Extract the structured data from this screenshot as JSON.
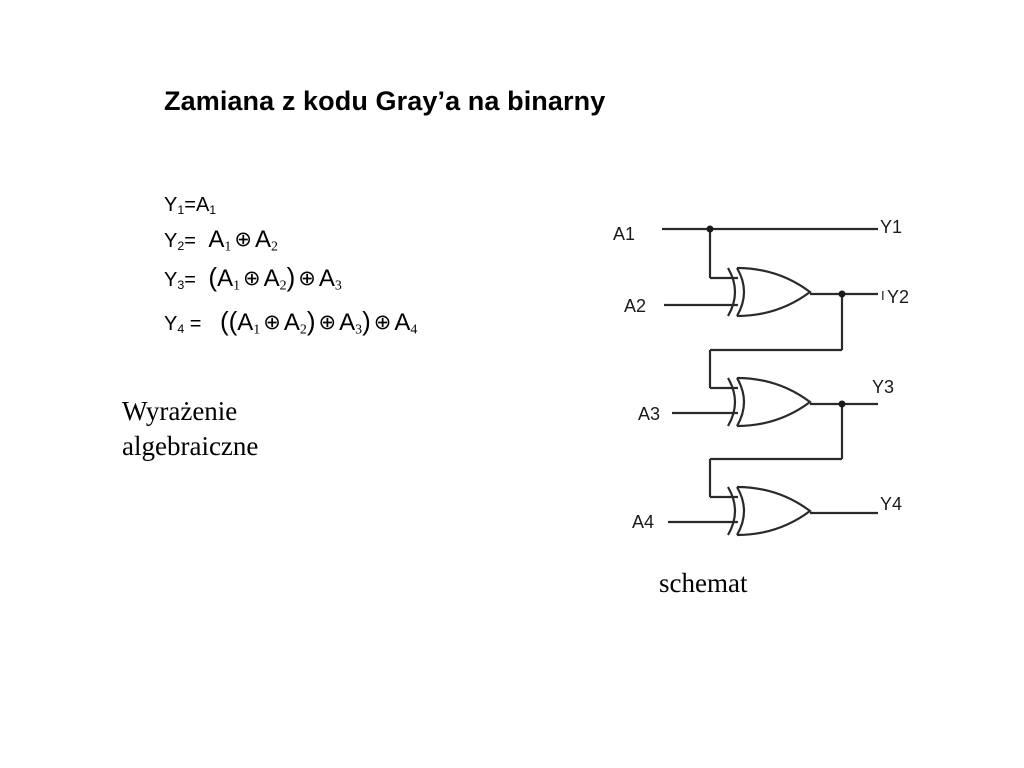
{
  "title": "Zamiana z kodu Gray’a na binarny",
  "equations": [
    {
      "lhs_var": "Y",
      "lhs_sub": "1",
      "eq": "=",
      "rhs_text": "A",
      "rhs_sub": "1"
    },
    {
      "lhs_var": "Y",
      "lhs_sub": "2",
      "eq": "=",
      "terms": [
        {
          "v": "A",
          "s": "1"
        },
        {
          "v": "A",
          "s": "2"
        }
      ],
      "op": "⊕"
    },
    {
      "lhs_var": "Y",
      "lhs_sub": "3",
      "eq": "=",
      "open": "(",
      "close": ")",
      "terms": [
        {
          "v": "A",
          "s": "1"
        },
        {
          "v": "A",
          "s": "2"
        },
        {
          "v": "A",
          "s": "3"
        }
      ],
      "op": "⊕"
    },
    {
      "lhs_var": "Y",
      "lhs_sub": "4",
      "eq": " =",
      "open": "((",
      "close": ")",
      "terms": [
        {
          "v": "A",
          "s": "1"
        },
        {
          "v": "A",
          "s": "2"
        },
        {
          "v": "A",
          "s": "3"
        },
        {
          "v": "A",
          "s": "4"
        }
      ],
      "op": "⊕"
    }
  ],
  "captions": {
    "expression_line1": "Wyrażenie",
    "expression_line2": "algebraiczne",
    "schematic": "schemat"
  },
  "diagram": {
    "inputs": [
      "A1",
      "A2",
      "A3",
      "A4"
    ],
    "outputs": [
      "Y1",
      "Y2",
      "Y3",
      "Y4"
    ],
    "output_y2_mark": "I",
    "gates": [
      "xor-gate-1",
      "xor-gate-2",
      "xor-gate-3"
    ]
  }
}
